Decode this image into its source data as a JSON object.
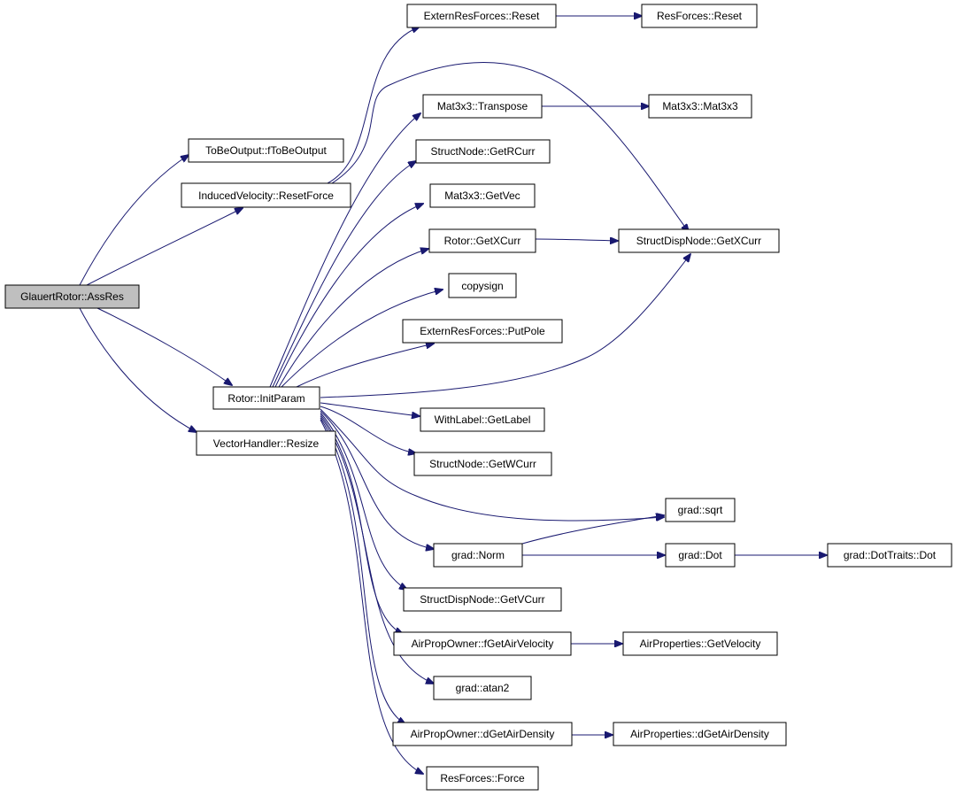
{
  "nodes": {
    "n_assres": "GlauertRotor::AssRes",
    "n_tobeoutput": "ToBeOutput::fToBeOutput",
    "n_resetforce": "InducedVelocity::ResetForce",
    "n_initparam": "Rotor::InitParam",
    "n_resize": "VectorHandler::Resize",
    "n_ext_reset": "ExternResForces::Reset",
    "n_res_reset": "ResForces::Reset",
    "n_transpose": "Mat3x3::Transpose",
    "n_mat3x3": "Mat3x3::Mat3x3",
    "n_getrcurr": "StructNode::GetRCurr",
    "n_getvec": "Mat3x3::GetVec",
    "n_rotor_getxcurr": "Rotor::GetXCurr",
    "n_sdn_getxcurr": "StructDispNode::GetXCurr",
    "n_copysign": "copysign",
    "n_putpole": "ExternResForces::PutPole",
    "n_getlabel": "WithLabel::GetLabel",
    "n_getwcurr": "StructNode::GetWCurr",
    "n_sqrt": "grad::sqrt",
    "n_norm": "grad::Norm",
    "n_dot": "grad::Dot",
    "n_dottraits": "grad::DotTraits::Dot",
    "n_getvcurr": "StructDispNode::GetVCurr",
    "n_fgetairvel": "AirPropOwner::fGetAirVelocity",
    "n_getvelocity": "AirProperties::GetVelocity",
    "n_atan2": "grad::atan2",
    "n_dgetairdens_owner": "AirPropOwner::dGetAirDensity",
    "n_dgetairdens_props": "AirProperties::dGetAirDensity",
    "n_force": "ResForces::Force"
  },
  "edges": [
    [
      "n_assres",
      "n_tobeoutput"
    ],
    [
      "n_assres",
      "n_resetforce"
    ],
    [
      "n_assres",
      "n_initparam"
    ],
    [
      "n_assres",
      "n_resize"
    ],
    [
      "n_resetforce",
      "n_ext_reset"
    ],
    [
      "n_resetforce",
      "n_sdn_getxcurr"
    ],
    [
      "n_ext_reset",
      "n_res_reset"
    ],
    [
      "n_initparam",
      "n_transpose"
    ],
    [
      "n_initparam",
      "n_getrcurr"
    ],
    [
      "n_initparam",
      "n_getvec"
    ],
    [
      "n_initparam",
      "n_rotor_getxcurr"
    ],
    [
      "n_initparam",
      "n_copysign"
    ],
    [
      "n_initparam",
      "n_putpole"
    ],
    [
      "n_initparam",
      "n_sdn_getxcurr"
    ],
    [
      "n_initparam",
      "n_getlabel"
    ],
    [
      "n_initparam",
      "n_getwcurr"
    ],
    [
      "n_initparam",
      "n_sqrt"
    ],
    [
      "n_initparam",
      "n_norm"
    ],
    [
      "n_initparam",
      "n_getvcurr"
    ],
    [
      "n_initparam",
      "n_fgetairvel"
    ],
    [
      "n_initparam",
      "n_atan2"
    ],
    [
      "n_initparam",
      "n_dgetairdens_owner"
    ],
    [
      "n_initparam",
      "n_force"
    ],
    [
      "n_transpose",
      "n_mat3x3"
    ],
    [
      "n_rotor_getxcurr",
      "n_sdn_getxcurr"
    ],
    [
      "n_norm",
      "n_sqrt"
    ],
    [
      "n_norm",
      "n_dot"
    ],
    [
      "n_dot",
      "n_dottraits"
    ],
    [
      "n_fgetairvel",
      "n_getvelocity"
    ],
    [
      "n_dgetairdens_owner",
      "n_dgetairdens_props"
    ]
  ],
  "colors": {
    "edge": "#191970",
    "root_fill": "#bfbfbf",
    "node_fill": "#ffffff",
    "node_border": "#000000"
  }
}
